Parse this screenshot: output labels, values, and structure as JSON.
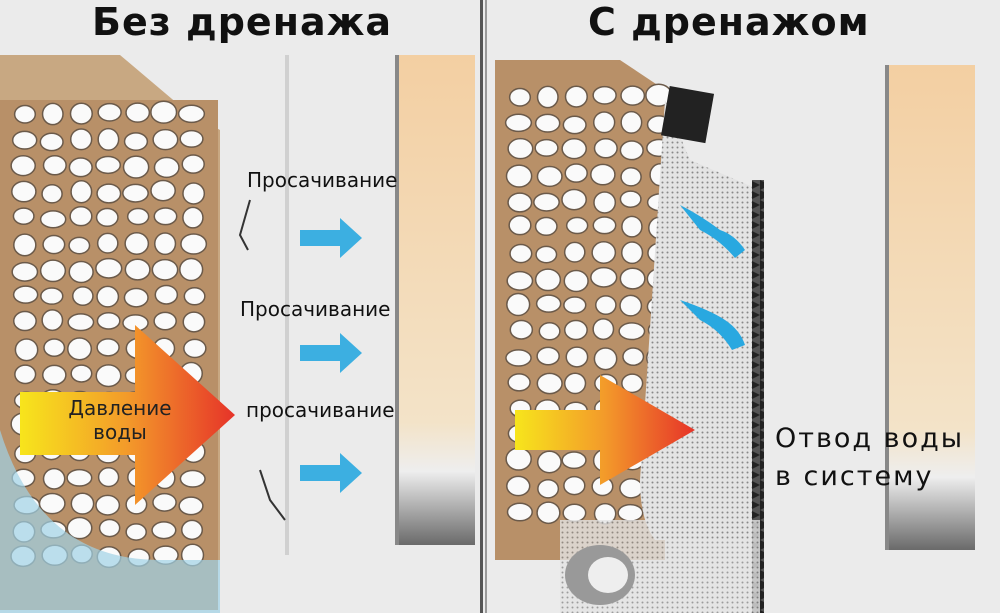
{
  "left_panel": {
    "title": "Без дренажа",
    "seepage_labels": [
      "Просачивание",
      "Просачивание",
      "просачивание"
    ],
    "pressure_label": "Давление воды"
  },
  "right_panel": {
    "title": "С дренажом",
    "drain_label_line1": "Отвод воды",
    "drain_label_line2": "в систему"
  },
  "colors": {
    "water": "#29a8e0",
    "arrow_start": "#f5e11a",
    "arrow_end": "#e8322a",
    "wall": "#f2d2a8"
  }
}
